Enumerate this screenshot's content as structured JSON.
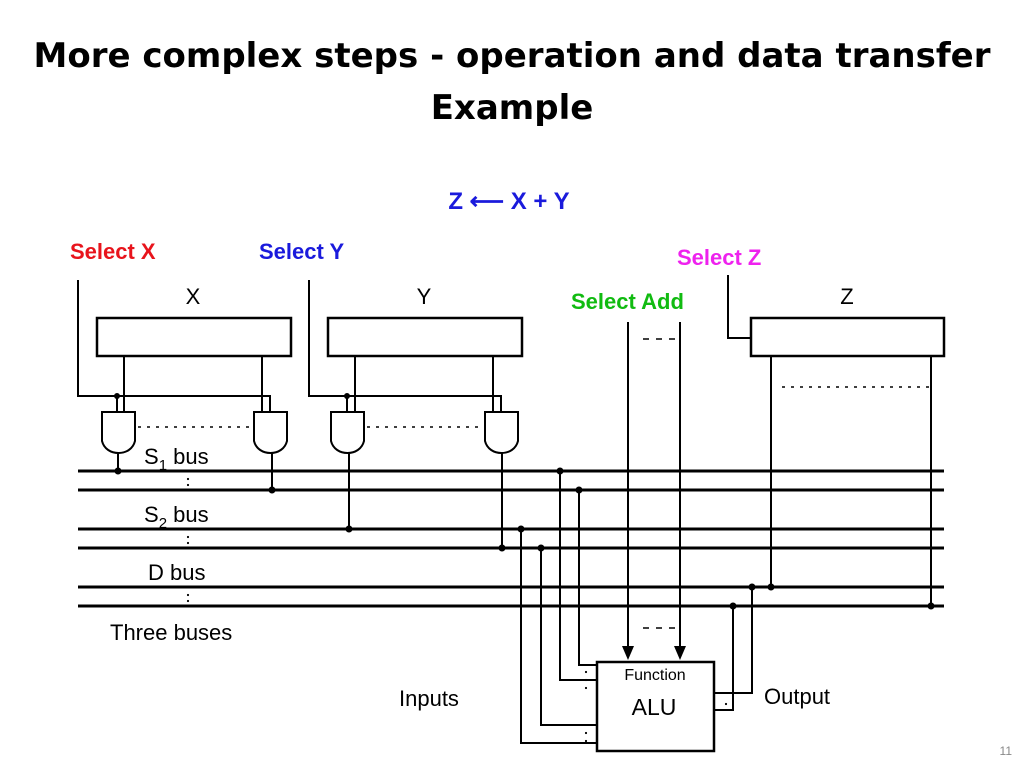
{
  "title": {
    "line1": "More complex steps - operation and data transfer",
    "line2": "Example"
  },
  "operation": "Z ⟵ X + Y",
  "controls": {
    "select_x": "Select X",
    "select_y": "Select Y",
    "select_z": "Select Z",
    "select_add": "Select Add"
  },
  "registers": {
    "x": "X",
    "y": "Y",
    "z": "Z"
  },
  "buses": {
    "s1_prefix": "S",
    "s1_sub": "1",
    "s1_suffix": " bus",
    "s2_prefix": "S",
    "s2_sub": "2",
    "s2_suffix": " bus",
    "d": "D bus",
    "caption": "Three buses"
  },
  "alu": {
    "function": "Function",
    "name": "ALU"
  },
  "io": {
    "inputs": "Inputs",
    "output": "Output"
  },
  "slide_number": "11",
  "colors": {
    "select_x": "#e8141c",
    "select_y": "#1a1adc",
    "select_z": "#ee22ee",
    "select_add": "#11bb11",
    "operation": "#1a1adc"
  }
}
